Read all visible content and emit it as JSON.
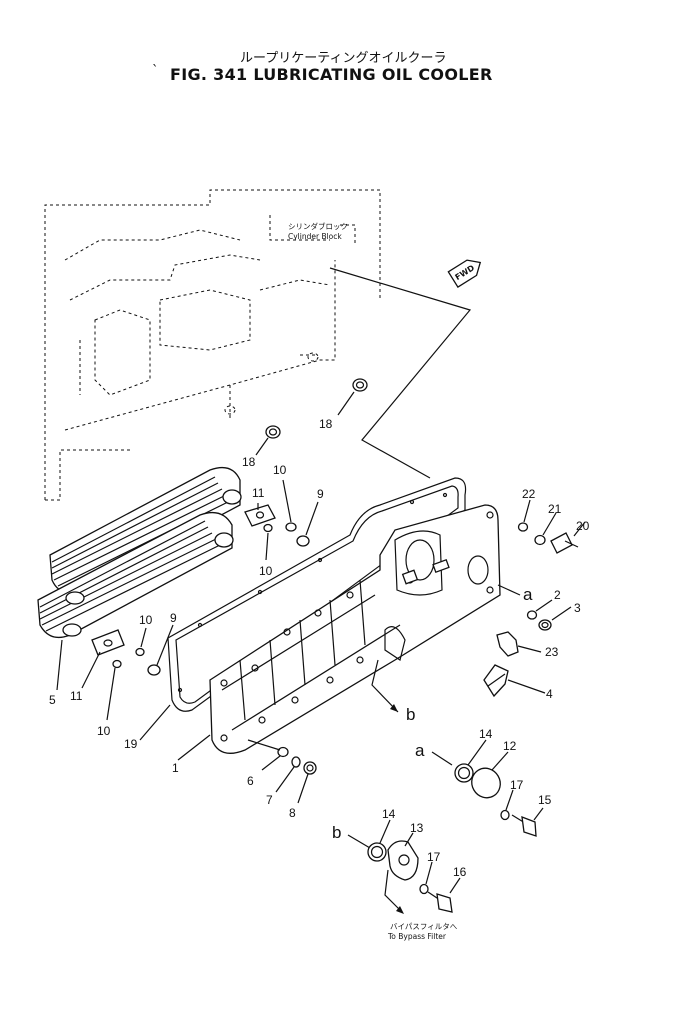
{
  "header": {
    "title_jp": "ループリケーティングオイルクーラ",
    "title": "FIG. 341  LUBRICATING OIL COOLER"
  },
  "annotations": {
    "cylinder_block_jp": "シリンダブロック",
    "cylinder_block": "Cylinder Block",
    "fwd": "FWD",
    "bypass_jp": "バイパスフィルタへ",
    "bypass": "To Bypass Filter"
  },
  "callouts": [
    {
      "id": "c18a",
      "label": "18"
    },
    {
      "id": "c18b",
      "label": "18"
    },
    {
      "id": "c10a",
      "label": "10"
    },
    {
      "id": "c11a",
      "label": "11"
    },
    {
      "id": "c9a",
      "label": "9"
    },
    {
      "id": "c10b",
      "label": "10"
    },
    {
      "id": "c22",
      "label": "22"
    },
    {
      "id": "c21",
      "label": "21"
    },
    {
      "id": "c20",
      "label": "20"
    },
    {
      "id": "ca1",
      "label": "a"
    },
    {
      "id": "c2",
      "label": "2"
    },
    {
      "id": "c3",
      "label": "3"
    },
    {
      "id": "c23",
      "label": "23"
    },
    {
      "id": "c4",
      "label": "4"
    },
    {
      "id": "c10c",
      "label": "10"
    },
    {
      "id": "c9b",
      "label": "9"
    },
    {
      "id": "c5",
      "label": "5"
    },
    {
      "id": "c11b",
      "label": "11"
    },
    {
      "id": "c10d",
      "label": "10"
    },
    {
      "id": "c19",
      "label": "19"
    },
    {
      "id": "c1",
      "label": "1"
    },
    {
      "id": "cb1",
      "label": "b"
    },
    {
      "id": "c14a",
      "label": "14"
    },
    {
      "id": "c12",
      "label": "12"
    },
    {
      "id": "ca2",
      "label": "a"
    },
    {
      "id": "c6",
      "label": "6"
    },
    {
      "id": "c7",
      "label": "7"
    },
    {
      "id": "c8",
      "label": "8"
    },
    {
      "id": "c17a",
      "label": "17"
    },
    {
      "id": "c15",
      "label": "15"
    },
    {
      "id": "cb2",
      "label": "b"
    },
    {
      "id": "c14b",
      "label": "14"
    },
    {
      "id": "c13",
      "label": "13"
    },
    {
      "id": "c17b",
      "label": "17"
    },
    {
      "id": "c16",
      "label": "16"
    }
  ]
}
